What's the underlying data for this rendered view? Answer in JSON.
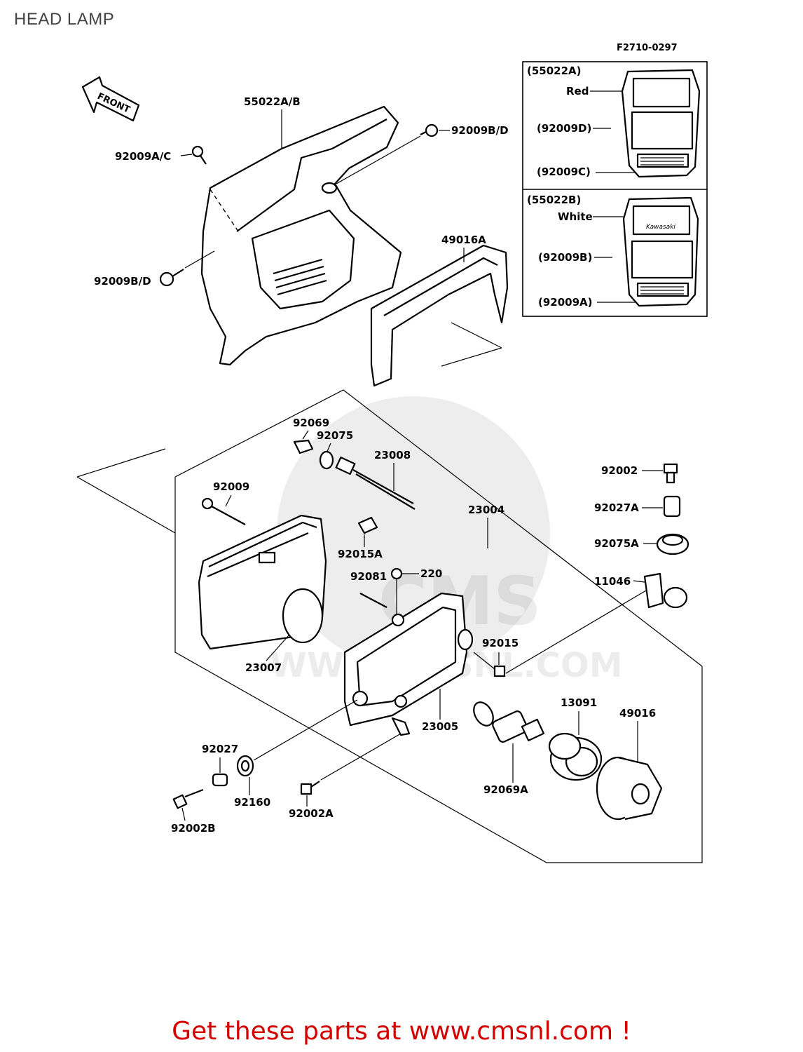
{
  "page": {
    "title": "HEAD LAMP"
  },
  "diagram": {
    "ref": "F2710-0297",
    "front_label": "FRONT",
    "inset_a": {
      "title": "(55022A)",
      "color": "Red",
      "screw_top": "(92009D)",
      "screw_bottom": "(92009C)"
    },
    "inset_b": {
      "title": "(55022B)",
      "color": "White",
      "brand": "Kawasaki",
      "screw_top": "(92009B)",
      "screw_bottom": "(92009A)"
    },
    "parts": {
      "p55022ab": "55022A/B",
      "p92009bd_top": "92009B/D",
      "p92009ac": "92009A/C",
      "p92009bd_left": "92009B/D",
      "p49016a": "49016A",
      "p92069": "92069",
      "p92075": "92075",
      "p23008": "23008",
      "p92009": "92009",
      "p23004": "23004",
      "p92015a": "92015A",
      "p92081": "92081",
      "p220": "220",
      "p92015": "92015",
      "p23007": "23007",
      "p23005": "23005",
      "p13091": "13091",
      "p49016": "49016",
      "p92069a": "92069A",
      "p92027": "92027",
      "p92160": "92160",
      "p92002a": "92002A",
      "p92002b": "92002B",
      "p92002": "92002",
      "p92027a": "92027A",
      "p92075a": "92075A",
      "p11046": "11046"
    },
    "watermark": {
      "brand": "CMS",
      "url": "WWW.CMSNL.COM"
    }
  },
  "footer": {
    "text": "Get these parts at www.cmsnl.com !"
  }
}
